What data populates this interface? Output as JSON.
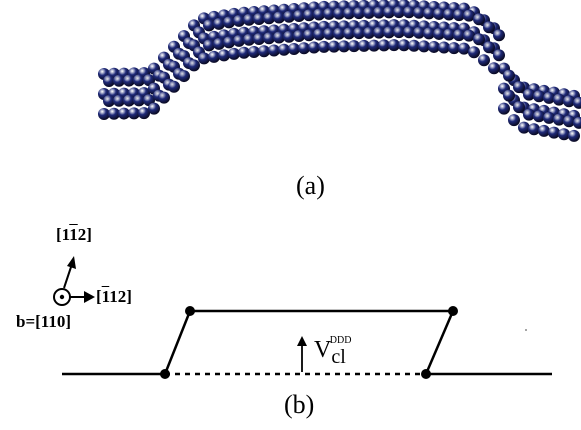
{
  "panel_a": {
    "label": "(a)",
    "colors": {
      "atom_blue": "#1f2a7a",
      "atom_orange": "#e07a3c"
    }
  },
  "panel_b": {
    "label": "(b)",
    "axes": {
      "up_prefix": "[1",
      "up_bar": "1",
      "up_suffix": "2]",
      "right_prefix": "[",
      "right_bar": "1",
      "right_suffix": "12]",
      "burgers": "b=[110]"
    },
    "velocity": {
      "main": "V",
      "sub": "cl",
      "sup": "DDD"
    }
  }
}
